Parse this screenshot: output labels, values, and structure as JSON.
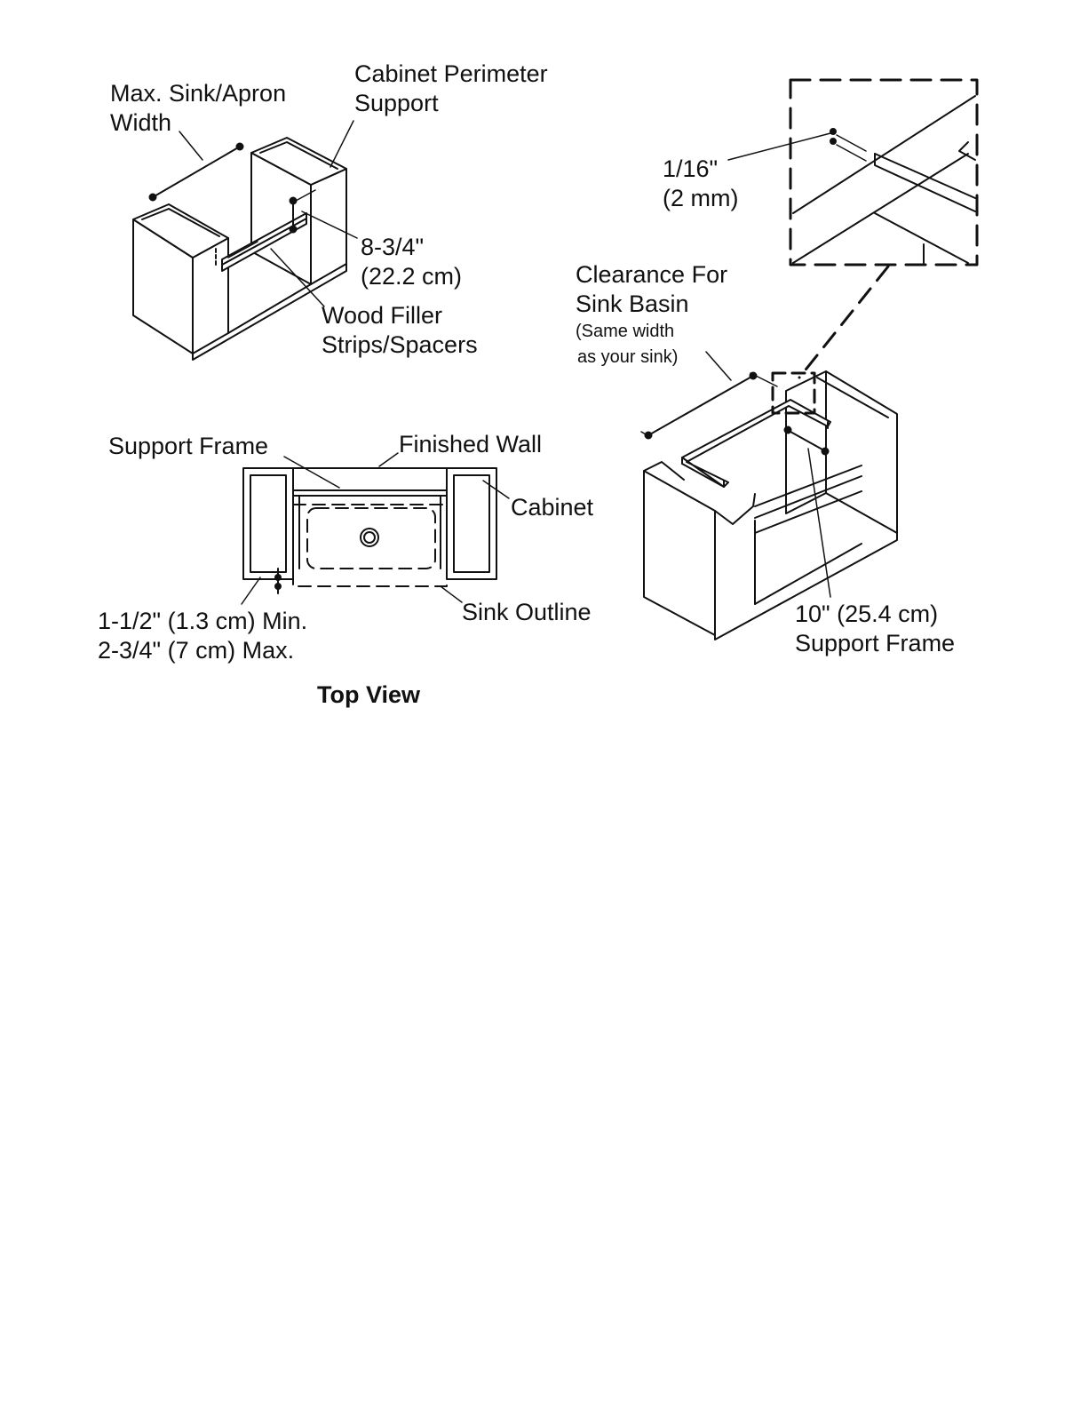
{
  "colors": {
    "ink": "#111111",
    "background": "#ffffff"
  },
  "labels": {
    "max_sink_line1": "Max. Sink/Apron",
    "max_sink_line2": "Width",
    "cab_perim_line1": "Cabinet Perimeter",
    "cab_perim_line2": "Support",
    "dim_834_line1": "8-3/4\"",
    "dim_834_line2": "(22.2 cm)",
    "wood_filler_line1": "Wood Filler",
    "wood_filler_line2": "Strips/Spacers",
    "dim_116_line1": "1/16\"",
    "dim_116_line2": "(2 mm)",
    "clearance_line1": "Clearance For",
    "clearance_line2": "Sink Basin",
    "clearance_line3": "(Same width",
    "clearance_line4": "as your sink)",
    "support_frame": "Support Frame",
    "finished_wall": "Finished Wall",
    "cabinet": "Cabinet",
    "sink_outline": "Sink Outline",
    "dim_min": "1-1/2\" (1.3 cm) Min.",
    "dim_max": "2-3/4\" (7 cm) Max.",
    "dim_10_line1": "10\" (25.4 cm)",
    "dim_10_line2": "Support Frame",
    "top_view": "Top View"
  }
}
